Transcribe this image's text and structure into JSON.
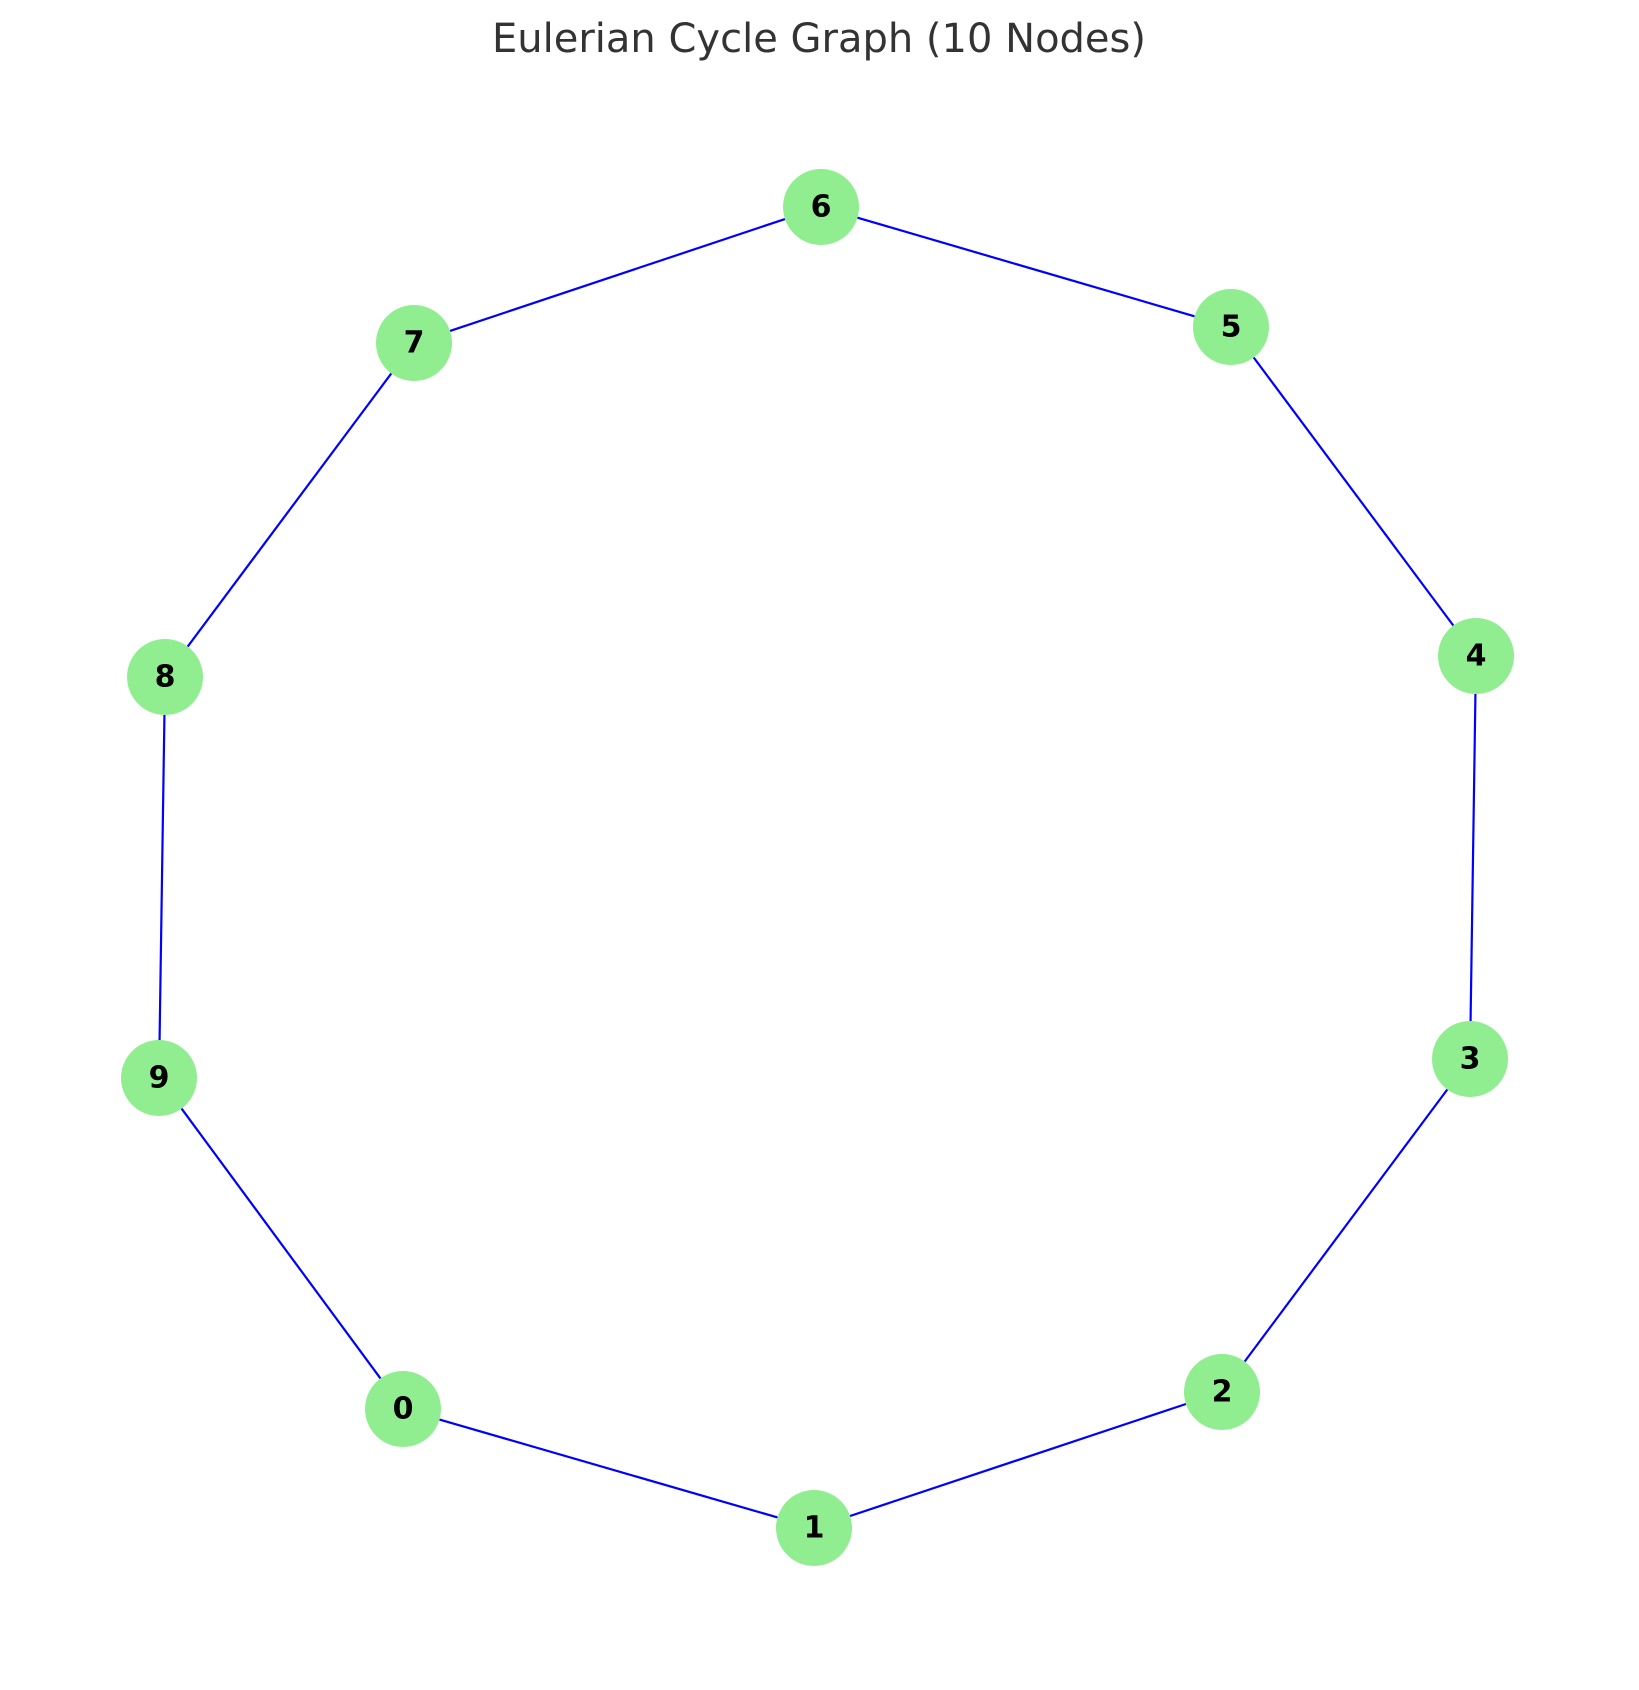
{
  "title": "Eulerian Cycle Graph (10 Nodes)",
  "colors": {
    "node_fill": "#90ee90",
    "edge": "#0000ff",
    "label": "#000000",
    "title": "#333333"
  },
  "nodes": [
    {
      "id": 0,
      "label": "0"
    },
    {
      "id": 1,
      "label": "1"
    },
    {
      "id": 2,
      "label": "2"
    },
    {
      "id": 3,
      "label": "3"
    },
    {
      "id": 4,
      "label": "4"
    },
    {
      "id": 5,
      "label": "5"
    },
    {
      "id": 6,
      "label": "6"
    },
    {
      "id": 7,
      "label": "7"
    },
    {
      "id": 8,
      "label": "8"
    },
    {
      "id": 9,
      "label": "9"
    }
  ],
  "edges": [
    [
      0,
      1
    ],
    [
      1,
      2
    ],
    [
      2,
      3
    ],
    [
      3,
      4
    ],
    [
      4,
      5
    ],
    [
      5,
      6
    ],
    [
      6,
      7
    ],
    [
      7,
      8
    ],
    [
      8,
      9
    ],
    [
      9,
      0
    ]
  ]
}
